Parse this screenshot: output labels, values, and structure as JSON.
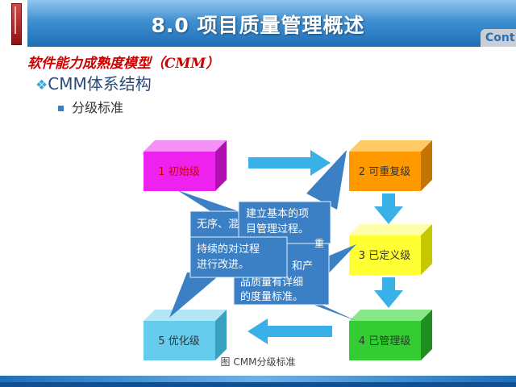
{
  "header": {
    "title": "8.0 项目质量管理概述",
    "cont_tab": "Cont"
  },
  "subtitle": "软件能力成熟度模型（CMM）",
  "bullets": {
    "level1": "CMM体系结构",
    "level2": "分级标准"
  },
  "diagram": {
    "levels": [
      {
        "label": "1 初始级",
        "color": "#ee22ee"
      },
      {
        "label": "2 可重复级",
        "color": "#ff9900"
      },
      {
        "label": "3 已定义级",
        "color": "#ffff33"
      },
      {
        "label": "4 已管理级",
        "color": "#33cc33"
      },
      {
        "label": "5 优化级",
        "color": "#66ccee"
      }
    ],
    "notes": {
      "chaos": "无序、混",
      "basic_line1": "建立基本的项",
      "basic_line2": "目管理过程。",
      "partial_chong": "重",
      "continuous_line1": "持续的对过程",
      "continuous_line2": "进行改进。",
      "measure_line1": "和产",
      "measure_line2": "品质量有详细",
      "measure_line3": "的度量标准。"
    },
    "caption": "图 CMM分级标准",
    "colors": {
      "arrow": "#3ab0e8",
      "callout": "#3b7fc4",
      "accent": "#1f6fb8",
      "title_red": "#cc0000"
    }
  }
}
